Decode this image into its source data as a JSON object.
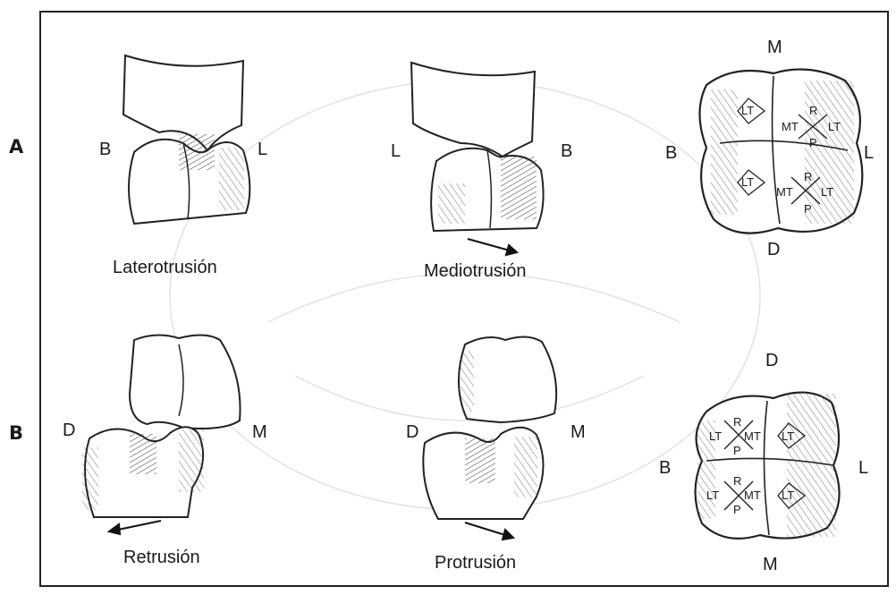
{
  "row_labels": {
    "a": "A",
    "b": "B"
  },
  "panel_a1": {
    "left": "B",
    "right": "L",
    "caption": "Laterotrusión"
  },
  "panel_a2": {
    "left": "L",
    "right": "B",
    "caption": "Mediotrusión"
  },
  "panel_a3": {
    "top": "M",
    "left": "B",
    "right": "L",
    "bottom": "D"
  },
  "panel_b1": {
    "left": "D",
    "right": "M",
    "caption": "Retrusión"
  },
  "panel_b2": {
    "left": "D",
    "right": "M",
    "caption": "Protrusión"
  },
  "panel_b3": {
    "top": "D",
    "left": "B",
    "right": "L",
    "bottom": "M"
  },
  "occlusal": {
    "lt": "LT",
    "mt": "MT",
    "r": "R",
    "p": "P"
  }
}
